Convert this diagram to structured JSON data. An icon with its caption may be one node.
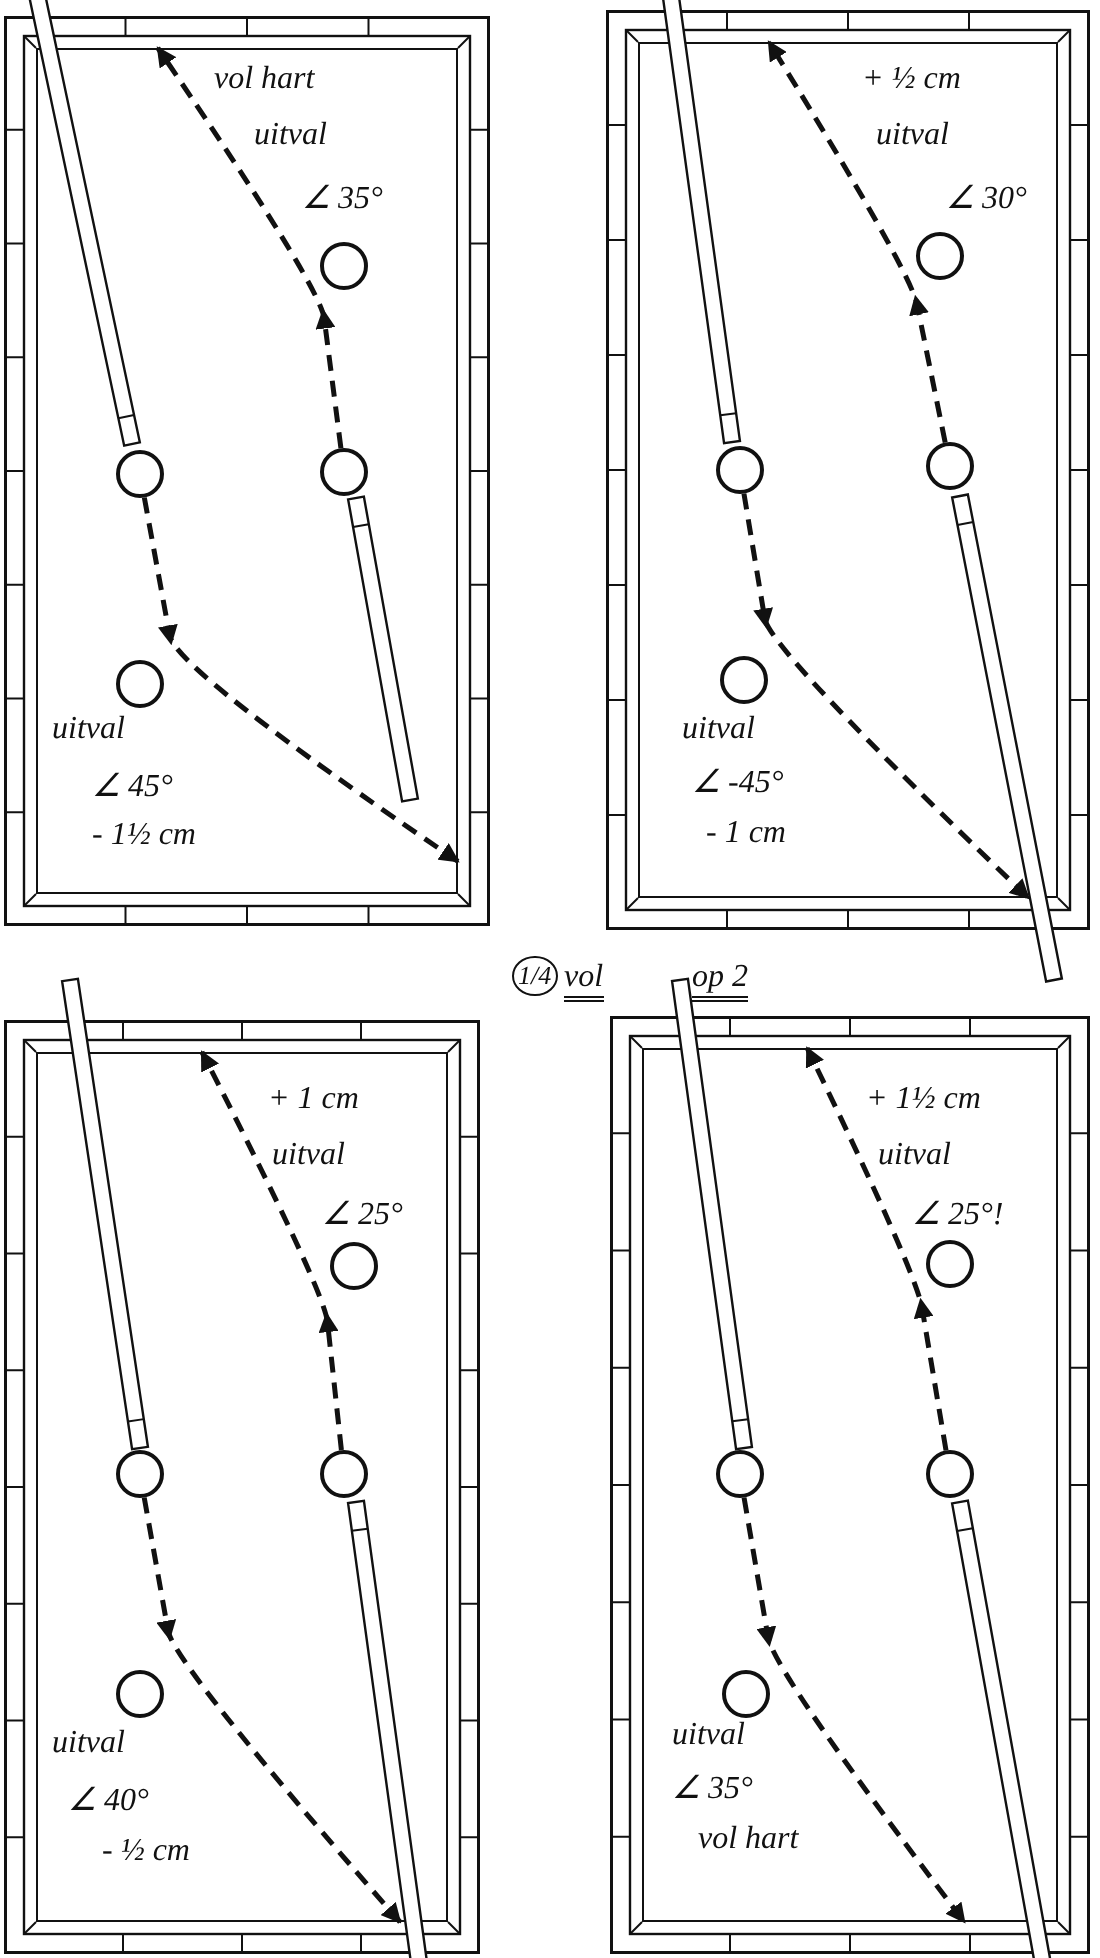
{
  "diagram": {
    "nodes": [
      {
        "text": [
          "vol hart",
          "uitval",
          "∠ 35°",
          "uitval",
          "∠ 45°",
          "- 1½ cm"
        ]
      },
      {
        "text": [],
        "shape": "circle",
        "in": 0
      },
      {
        "text": [],
        "shape": "circle",
        "in": 0
      },
      {
        "text": [],
        "shape": "circle",
        "in": 0
      },
      {
        "text": [],
        "shape": "circle",
        "in": 0
      },
      {
        "text": [
          "+ ½ cm",
          "uitval",
          "∠ 30°",
          "uitval",
          "∠ -45°",
          "- 1 cm"
        ]
      },
      {
        "text": [],
        "shape": "circle",
        "in": 5
      },
      {
        "text": [],
        "shape": "circle",
        "in": 5
      },
      {
        "text": [],
        "shape": "circle",
        "in": 5
      },
      {
        "text": [],
        "shape": "circle",
        "in": 5
      },
      {
        "text": [
          "+ 1 cm",
          "uitval",
          "∠ 25°",
          "uitval",
          "∠ 40°",
          "- ½ cm"
        ]
      },
      {
        "text": [],
        "shape": "circle",
        "in": 10
      },
      {
        "text": [],
        "shape": "circle",
        "in": 10
      },
      {
        "text": [],
        "shape": "circle",
        "in": 10
      },
      {
        "text": [],
        "shape": "circle",
        "in": 10
      },
      {
        "text": [
          "+ 1½ cm",
          "uitval",
          "∠ 25°!",
          "uitval",
          "∠ 35°",
          "vol hart"
        ]
      },
      {
        "text": [],
        "shape": "circle",
        "in": 15
      },
      {
        "text": [],
        "shape": "circle",
        "in": 15
      },
      {
        "text": [],
        "shape": "circle",
        "in": 15
      },
      {
        "text": [],
        "shape": "circle",
        "in": 15
      }
    ],
    "edges": [
      {
        "from": 3,
        "to": 0,
        "arrow": "to",
        "style": "dashed"
      },
      {
        "from": 2,
        "to": 0,
        "arrow": "to",
        "style": "dashed"
      },
      {
        "from": 8,
        "to": 5,
        "arrow": "to",
        "style": "dashed"
      },
      {
        "from": 7,
        "to": 5,
        "arrow": "to",
        "style": "dashed"
      },
      {
        "from": 13,
        "to": 10,
        "arrow": "to",
        "style": "dashed"
      },
      {
        "from": 12,
        "to": 10,
        "arrow": "to",
        "style": "dashed"
      },
      {
        "from": 18,
        "to": 15,
        "arrow": "to",
        "style": "dashed"
      },
      {
        "from": 17,
        "to": 15,
        "arrow": "to",
        "style": "dashed"
      }
    ],
    "labels": [
      "1/4",
      "vol",
      "op 2"
    ]
  }
}
